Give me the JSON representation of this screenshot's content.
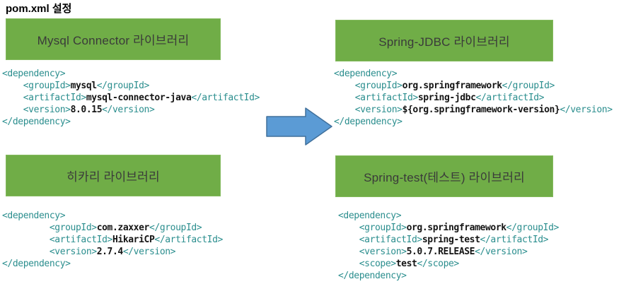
{
  "page": {
    "title": "pom.xml 설정"
  },
  "colors": {
    "header_fill_green": "#70AD47",
    "header_text": "#3A3A3A",
    "xml_tag_teal": "#2B8E8E",
    "xml_value_black": "#141414",
    "arrow_fill_blue": "#5B9BD5",
    "arrow_stroke_blue": "#41719C"
  },
  "sections": {
    "mysql": {
      "header": "Mysql Connector 라이브러리",
      "code": [
        "<dependency>",
        "    <groupId>mysql</groupId>",
        "    <artifactId>mysql-connector-java</artifactId>",
        "    <version>8.0.15</version>",
        "</dependency>"
      ]
    },
    "spring_jdbc": {
      "header": "Spring-JDBC 라이브러리",
      "code": [
        "<dependency>",
        "    <groupId>org.springframework</groupId>",
        "    <artifactId>spring-jdbc</artifactId>",
        "    <version>${org.springframework-version}</version>",
        "</dependency>"
      ]
    },
    "hikari": {
      "header": "히카리 라이브러리",
      "code": [
        "<dependency>",
        "         <groupId>com.zaxxer</groupId>",
        "         <artifactId>HikariCP</artifactId>",
        "         <version>2.7.4</version>",
        "</dependency>"
      ]
    },
    "spring_test": {
      "header": "Spring-test(테스트) 라이브러리",
      "code": [
        "<dependency>",
        "    <groupId>org.springframework</groupId>",
        "    <artifactId>spring-test</artifactId>",
        "    <version>5.0.7.RELEASE</version>",
        "    <scope>test</scope>",
        "</dependency>"
      ]
    }
  },
  "arrow": {
    "name": "right-arrow"
  }
}
